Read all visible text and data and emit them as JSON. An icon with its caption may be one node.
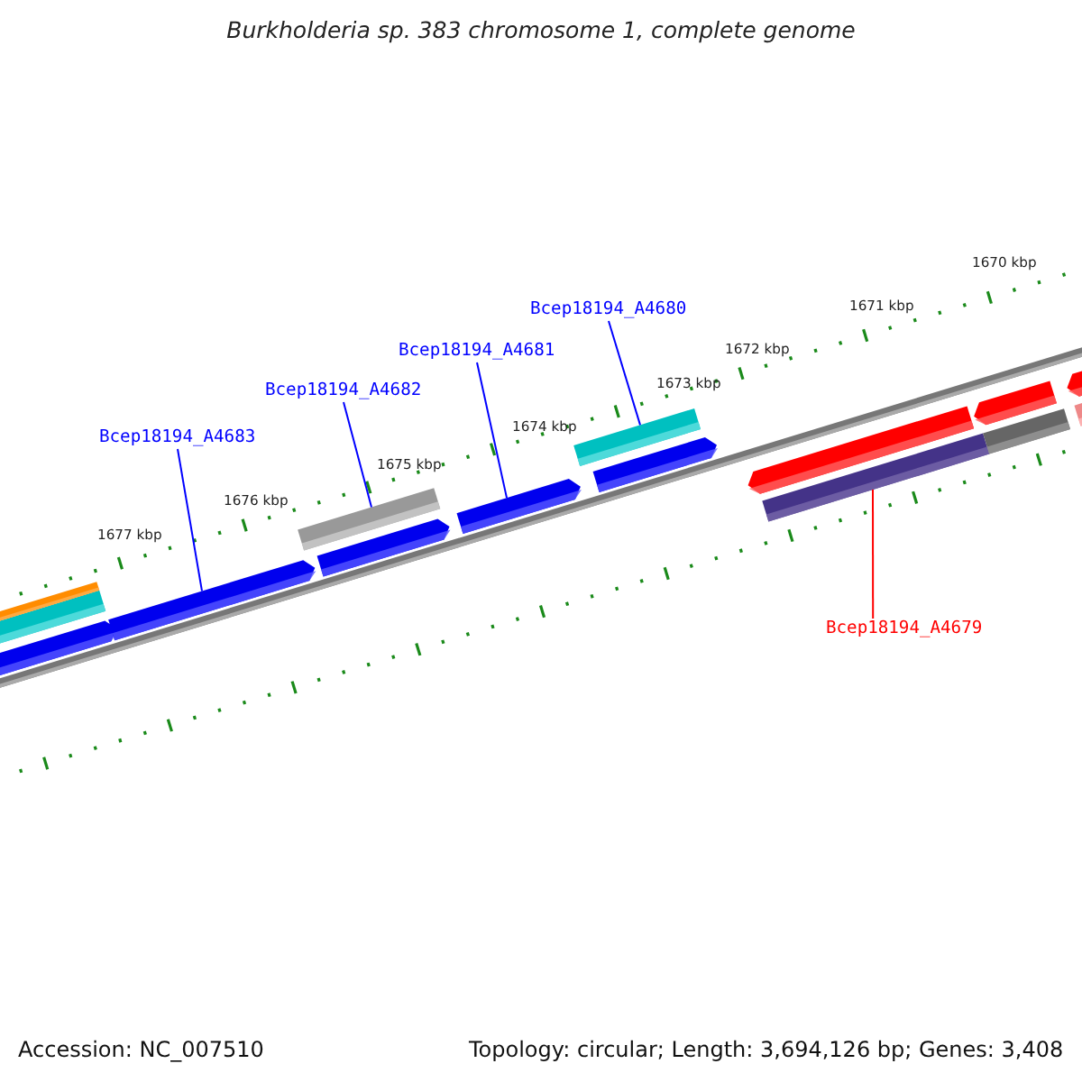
{
  "diagram": {
    "title": "Burkholderia sp. 383 chromosome 1, complete genome",
    "nodes": [
      {
        "text": [
          "Bcep18194_A4680"
        ]
      },
      {
        "text": [
          "Bcep18194_A4681"
        ]
      },
      {
        "text": [
          "Bcep18194_A4682"
        ]
      },
      {
        "text": [
          "Bcep18194_A4683"
        ]
      },
      {
        "text": [
          "Bcep18194_A4679"
        ]
      },
      {
        "text": [],
        "shape": "bar"
      },
      {
        "text": [],
        "shape": "bar"
      },
      {
        "text": [],
        "shape": "bar"
      },
      {
        "text": [],
        "shape": "bar"
      },
      {
        "text": [],
        "shape": "bar"
      }
    ],
    "edges": [
      {
        "from": 0,
        "to": 8,
        "arrow": "none"
      },
      {
        "from": 1,
        "to": 7,
        "arrow": "none"
      },
      {
        "from": 2,
        "to": 6,
        "arrow": "none"
      },
      {
        "from": 3,
        "to": 5,
        "arrow": "none"
      },
      {
        "from": 4,
        "to": 9,
        "arrow": "none",
        "color": "#ff0000"
      }
    ],
    "labels": [
      "1670 kbp",
      "1671 kbp",
      "1672 kbp",
      "1673 kbp",
      "1674 kbp",
      "1675 kbp",
      "1676 kbp",
      "1677 kbp",
      "Accession: NC_007510",
      "Topology: circular; Length: 3,694,126 bp; Genes: 3,408"
    ]
  }
}
